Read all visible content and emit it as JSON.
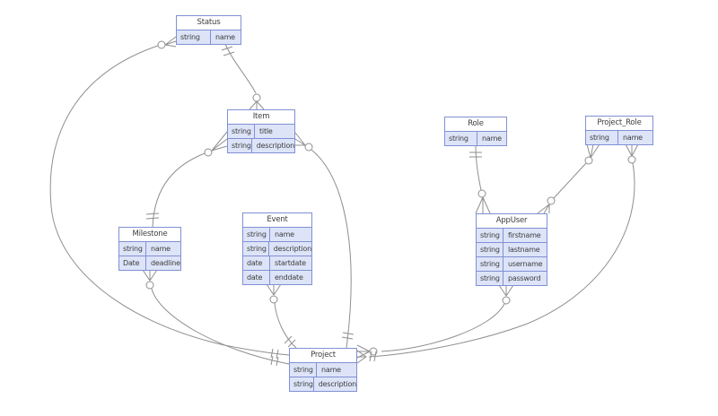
{
  "diagram": {
    "kind": "entity-relationship-diagram",
    "background_color": "#ffffff",
    "box_border_color": "#8190d4",
    "row_fill_color": "#dde4f8",
    "line_color": "#8f8f8f"
  },
  "entities": {
    "status": {
      "title": "Status",
      "fields": [
        {
          "type": "string",
          "name": "name"
        }
      ]
    },
    "item": {
      "title": "Item",
      "fields": [
        {
          "type": "string",
          "name": "title"
        },
        {
          "type": "string",
          "name": "description"
        }
      ]
    },
    "milestone": {
      "title": "Milestone",
      "fields": [
        {
          "type": "string",
          "name": "name"
        },
        {
          "type": "Date",
          "name": "deadline"
        }
      ]
    },
    "event": {
      "title": "Event",
      "fields": [
        {
          "type": "string",
          "name": "name"
        },
        {
          "type": "string",
          "name": "description"
        },
        {
          "type": "date",
          "name": "startdate"
        },
        {
          "type": "date",
          "name": "enddate"
        }
      ]
    },
    "project": {
      "title": "Project",
      "fields": [
        {
          "type": "string",
          "name": "name"
        },
        {
          "type": "string",
          "name": "description"
        }
      ]
    },
    "role": {
      "title": "Role",
      "fields": [
        {
          "type": "string",
          "name": "name"
        }
      ]
    },
    "project_role": {
      "title": "Project_Role",
      "fields": [
        {
          "type": "string",
          "name": "name"
        }
      ]
    },
    "appuser": {
      "title": "AppUser",
      "fields": [
        {
          "type": "string",
          "name": "firstname"
        },
        {
          "type": "string",
          "name": "lastname"
        },
        {
          "type": "string",
          "name": "username"
        },
        {
          "type": "string",
          "name": "password"
        }
      ]
    }
  },
  "relationships": [
    {
      "from": "Status",
      "to": "Item",
      "from_cardinality": "exactly-one",
      "to_cardinality": "zero-or-many"
    },
    {
      "from": "Project",
      "to": "Status",
      "from_cardinality": "exactly-one",
      "to_cardinality": "zero-or-many"
    },
    {
      "from": "Milestone",
      "to": "Item",
      "from_cardinality": "exactly-one",
      "to_cardinality": "zero-or-many"
    },
    {
      "from": "Project",
      "to": "Item",
      "from_cardinality": "exactly-one",
      "to_cardinality": "zero-or-many"
    },
    {
      "from": "Project",
      "to": "Event",
      "from_cardinality": "exactly-one",
      "to_cardinality": "zero-or-many"
    },
    {
      "from": "Project",
      "to": "Milestone",
      "from_cardinality": "exactly-one",
      "to_cardinality": "zero-or-many"
    },
    {
      "from": "Role",
      "to": "AppUser",
      "from_cardinality": "exactly-one",
      "to_cardinality": "zero-or-many"
    },
    {
      "from": "AppUser",
      "to": "Project_Role",
      "from_cardinality": "zero-or-many",
      "to_cardinality": "zero-or-many"
    },
    {
      "from": "Project",
      "to": "AppUser",
      "from_cardinality": "zero-or-many",
      "to_cardinality": "zero-or-many"
    },
    {
      "from": "Project",
      "to": "Project_Role",
      "from_cardinality": "one-or-many",
      "to_cardinality": "zero-or-many"
    }
  ]
}
